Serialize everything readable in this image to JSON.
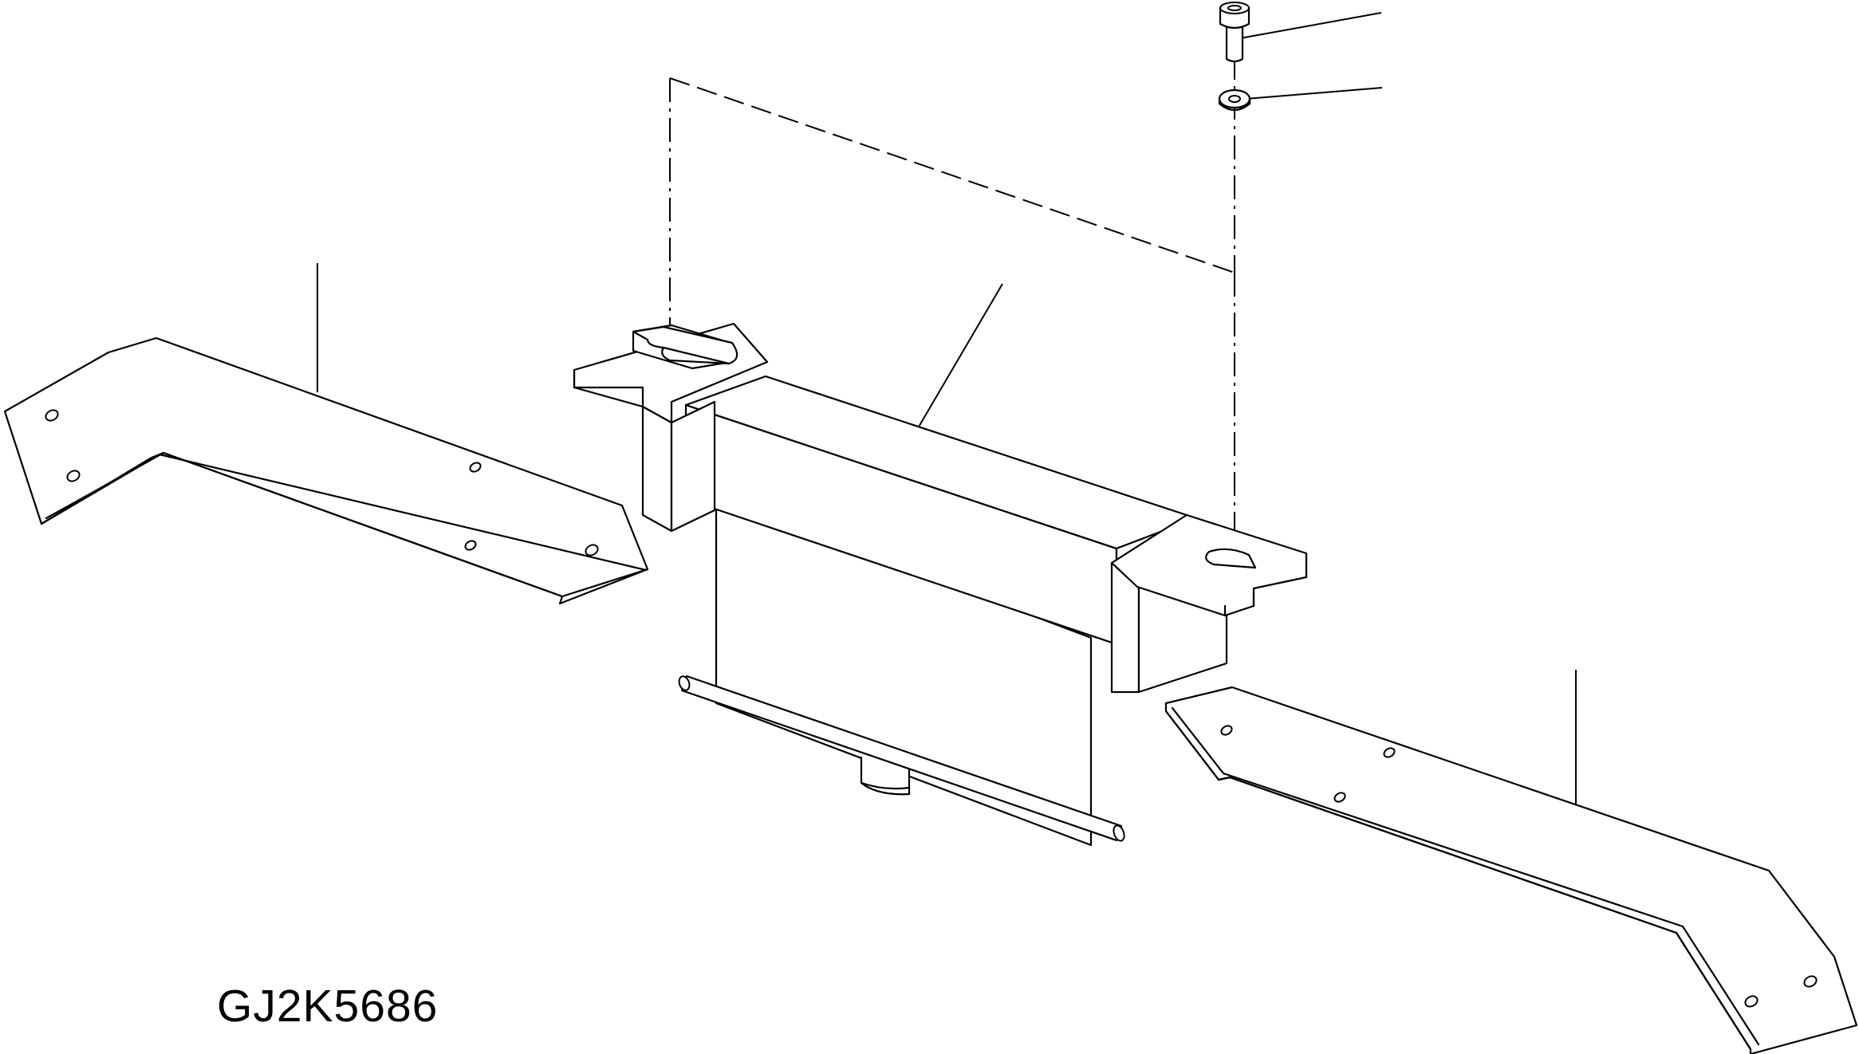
{
  "figure": {
    "code": "GJ2K5686",
    "line_color": "#000000",
    "background_color": "#ffffff"
  },
  "parts": [
    {
      "name": "left-bracket-plate"
    },
    {
      "name": "center-mounting-frame"
    },
    {
      "name": "cap-screw"
    },
    {
      "name": "washer"
    },
    {
      "name": "right-bracket-plate"
    }
  ]
}
